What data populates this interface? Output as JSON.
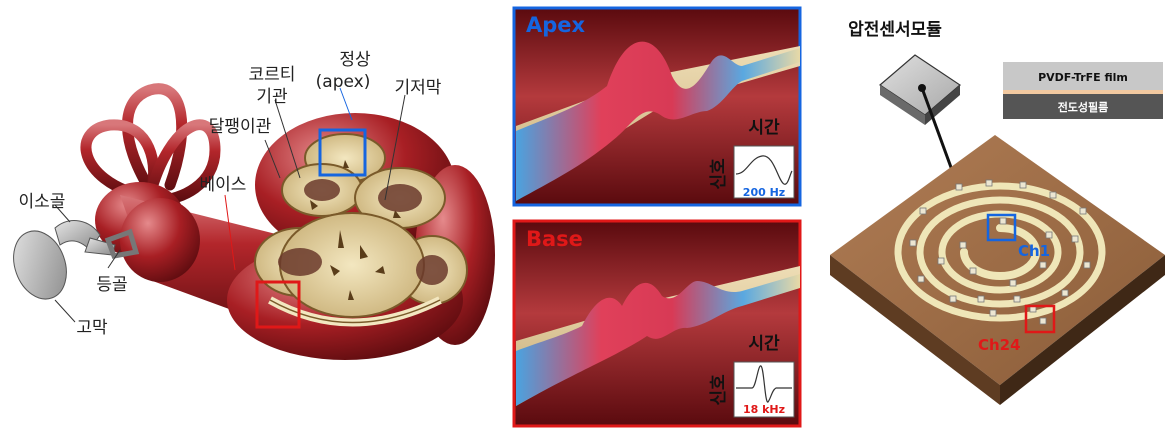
{
  "anatomy": {
    "labels": {
      "apex_top": "정상",
      "apex_paren": "(apex)",
      "organ_of_corti_1": "코르티",
      "organ_of_corti_2": "기관",
      "basilar_membrane": "기저막",
      "cochlea": "달팽이관",
      "base": "베이스",
      "ossicles": "이소골",
      "stapes": "등골",
      "eardrum": "고막"
    },
    "colors": {
      "apex_box": "#1565e0",
      "base_box": "#e01818",
      "tissue": "#9b1b1f",
      "cream": "#e8d9a6"
    }
  },
  "waves": {
    "apex": {
      "title": "Apex",
      "signal_axis_x": "시간",
      "signal_axis_y": "신호",
      "frequency": "200 Hz"
    },
    "base": {
      "title": "Base",
      "signal_axis_x": "시간",
      "signal_axis_y": "신호",
      "frequency": "18 kHz"
    }
  },
  "sensor": {
    "title": "압전센서모듈",
    "layer_top": "PVDF-TrFE film",
    "layer_bottom": "전도성필름",
    "channel_1": "Ch1",
    "channel_24": "Ch24",
    "colors": {
      "board_top": "#9b6a45",
      "board_side": "#6b4528",
      "coil": "#efe6b8"
    }
  }
}
